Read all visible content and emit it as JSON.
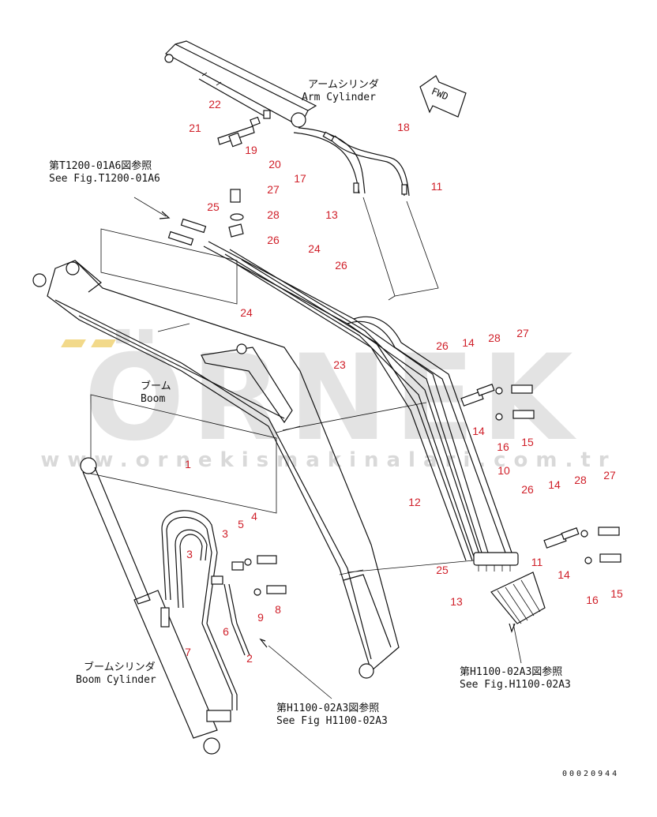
{
  "watermark": {
    "brand": "ÖRNEK",
    "url": "www.ornekismakinalari.com.tr"
  },
  "labels": {
    "arm_cylinder_jp": "アームシリンダ",
    "arm_cylinder_en": "Arm Cylinder",
    "fwd": "FWD",
    "ref_t1200_jp": "第T1200-01A6図参照",
    "ref_t1200_en": "See Fig.T1200-01A6",
    "boom_jp": "ブーム",
    "boom_en": "Boom",
    "boom_cylinder_jp": "ブームシリンダ",
    "boom_cylinder_en": "Boom Cylinder",
    "ref_h1100_a_jp": "第H1100-02A3図参照",
    "ref_h1100_a_en": "See Fig H1100-02A3",
    "ref_h1100_b_jp": "第H1100-02A3図参照",
    "ref_h1100_b_en": "See Fig.H1100-02A3"
  },
  "doc_id": "00020944",
  "part_numbers": [
    {
      "id": "n18",
      "text": "18"
    },
    {
      "id": "n11a",
      "text": "11"
    },
    {
      "id": "n13a",
      "text": "13"
    },
    {
      "id": "n22",
      "text": "22"
    },
    {
      "id": "n21",
      "text": "21"
    },
    {
      "id": "n19",
      "text": "19"
    },
    {
      "id": "n20",
      "text": "20"
    },
    {
      "id": "n17",
      "text": "17"
    },
    {
      "id": "n27a",
      "text": "27"
    },
    {
      "id": "n25a",
      "text": "25"
    },
    {
      "id": "n28a",
      "text": "28"
    },
    {
      "id": "n26a",
      "text": "26"
    },
    {
      "id": "n24a",
      "text": "24"
    },
    {
      "id": "n26b",
      "text": "26"
    },
    {
      "id": "n24b",
      "text": "24"
    },
    {
      "id": "n23",
      "text": "23"
    },
    {
      "id": "n26c",
      "text": "26"
    },
    {
      "id": "n14a",
      "text": "14"
    },
    {
      "id": "n28b",
      "text": "28"
    },
    {
      "id": "n27b",
      "text": "27"
    },
    {
      "id": "n14b",
      "text": "14"
    },
    {
      "id": "n16a",
      "text": "16"
    },
    {
      "id": "n15a",
      "text": "15"
    },
    {
      "id": "n10",
      "text": "10"
    },
    {
      "id": "n12",
      "text": "12"
    },
    {
      "id": "n1",
      "text": "1"
    },
    {
      "id": "n5",
      "text": "5"
    },
    {
      "id": "n4",
      "text": "4"
    },
    {
      "id": "n3a",
      "text": "3"
    },
    {
      "id": "n3b",
      "text": "3"
    },
    {
      "id": "n9",
      "text": "9"
    },
    {
      "id": "n8",
      "text": "8"
    },
    {
      "id": "n6",
      "text": "6"
    },
    {
      "id": "n7",
      "text": "7"
    },
    {
      "id": "n2",
      "text": "2"
    },
    {
      "id": "n26d",
      "text": "26"
    },
    {
      "id": "n14c",
      "text": "14"
    },
    {
      "id": "n28c",
      "text": "28"
    },
    {
      "id": "n27c",
      "text": "27"
    },
    {
      "id": "n25b",
      "text": "25"
    },
    {
      "id": "n11b",
      "text": "11"
    },
    {
      "id": "n14d",
      "text": "14"
    },
    {
      "id": "n16b",
      "text": "16"
    },
    {
      "id": "n15b",
      "text": "15"
    },
    {
      "id": "n13b",
      "text": "13"
    }
  ]
}
